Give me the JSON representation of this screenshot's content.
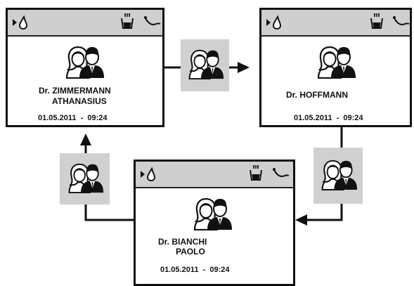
{
  "screens": [
    {
      "name_line1": "Dr. ZIMMERMANN",
      "name_line2": "ATHANASIUS",
      "date": "01.05.2011",
      "separator": "-",
      "time": "09:24"
    },
    {
      "name_line1": "Dr. HOFFMANN",
      "name_line2": "",
      "date": "01.05.2011",
      "separator": "-",
      "time": "09:24"
    },
    {
      "name_line1": "Dr. BIANCHI",
      "name_line2": "PAOLO",
      "date": "01.05.2011",
      "separator": "-",
      "time": "09:24"
    }
  ],
  "icons": {
    "status_left": "play-drop-icon",
    "status_mid": "cup-dispense-icon",
    "status_right": "hose-icon",
    "avatar": "two-users-icon",
    "switch_tile": "switch-user-icon"
  },
  "colors": {
    "status_bar": "#cfcfcf",
    "tile": "#d0d0d0",
    "frame": "#111111"
  }
}
